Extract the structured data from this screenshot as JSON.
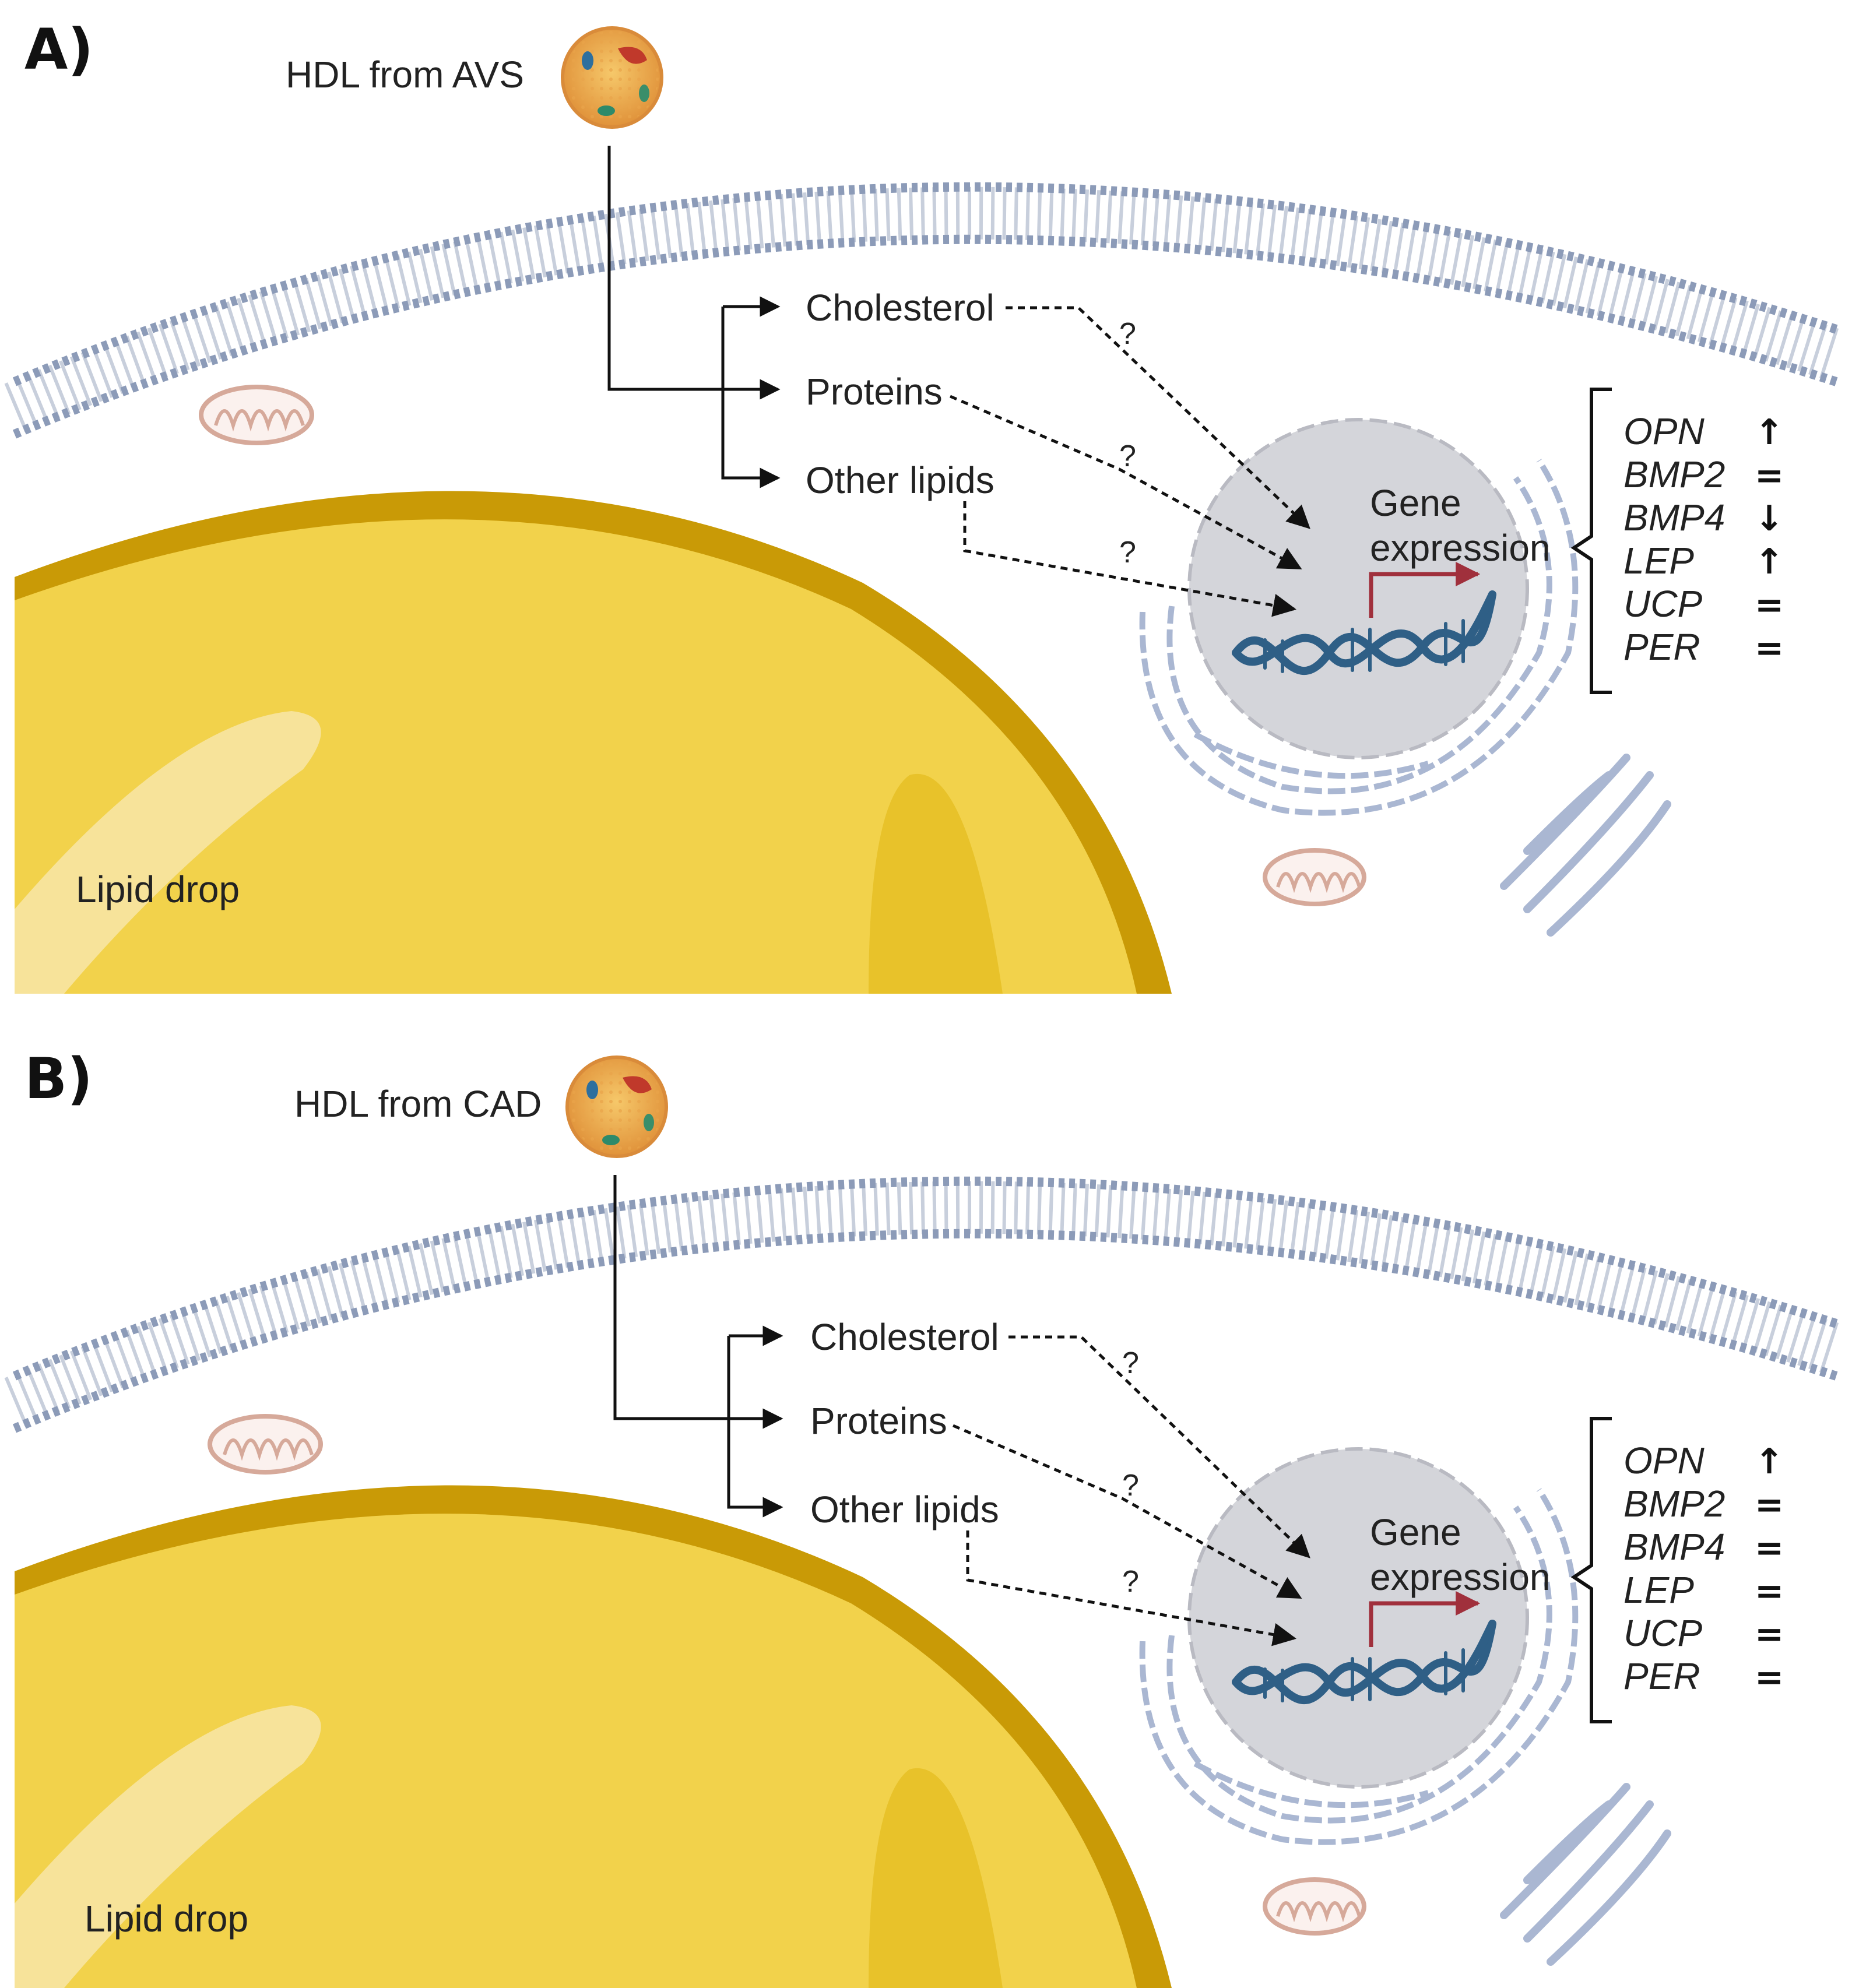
{
  "panels": [
    {
      "label": "A)",
      "hdl_label": "HDL from AVS",
      "components": [
        "Cholesterol",
        "Proteins",
        "Other lipids"
      ],
      "unknown_marks": [
        "?",
        "?",
        "?"
      ],
      "nucleus_label_1": "Gene",
      "nucleus_label_2": "expression",
      "lipid_label": "Lipid drop",
      "genes": [
        {
          "name": "OPN",
          "change": "↑"
        },
        {
          "name": "BMP2",
          "change": "="
        },
        {
          "name": "BMP4",
          "change": "↓"
        },
        {
          "name": "LEP",
          "change": "↑"
        },
        {
          "name": "UCP",
          "change": "="
        },
        {
          "name": "PER",
          "change": "="
        }
      ]
    },
    {
      "label": "B)",
      "hdl_label": "HDL from CAD",
      "components": [
        "Cholesterol",
        "Proteins",
        "Other lipids"
      ],
      "unknown_marks": [
        "?",
        "?",
        "?"
      ],
      "nucleus_label_1": "Gene",
      "nucleus_label_2": "expression",
      "lipid_label": "Lipid drop",
      "genes": [
        {
          "name": "OPN",
          "change": "↑"
        },
        {
          "name": "BMP2",
          "change": "="
        },
        {
          "name": "BMP4",
          "change": "="
        },
        {
          "name": "LEP",
          "change": "="
        },
        {
          "name": "UCP",
          "change": "="
        },
        {
          "name": "PER",
          "change": "="
        }
      ]
    }
  ],
  "colors": {
    "lipid_fill": "#f2d24b",
    "lipid_rim": "#c99a06",
    "membrane": "#9aa7c0",
    "nucleus": "#d4d5da",
    "dna": "#2f5f86",
    "transcription_arrow": "#a0303c",
    "mitochondria": "#d6a99a",
    "er": "#aab7d2"
  },
  "icons": [
    "hdl-particle-icon",
    "mitochondrion-icon",
    "golgi-icon",
    "endoplasmic-reticulum-icon",
    "dna-icon"
  ]
}
